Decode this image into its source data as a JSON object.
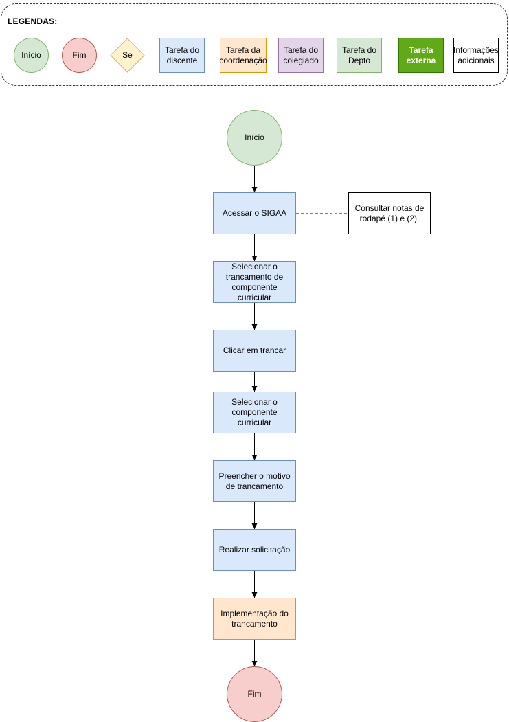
{
  "legend": {
    "title": "LEGENDAS:",
    "inicio": "Início",
    "fim": "Fim",
    "se": "Se",
    "discente": "Tarefa do discente",
    "coordenacao": "Tarefa da coordenação",
    "colegiado": "Tarefa do colegiado",
    "depto": "Tarefa do Depto",
    "externa": "Tarefa externa",
    "info": "Informações adicionais"
  },
  "flow": {
    "start": "Início",
    "step1": "Acessar o SIGAA",
    "note": "Consultar notas de rodapé (1) e (2).",
    "step2": "Selecionar o trancamento de componente curricular",
    "step3": "Clicar em trancar",
    "step4": "Selecionar o componente curricular",
    "step5": "Preencher o motivo de trancamento",
    "step6": "Realizar solicitação",
    "step7": "Implementação do trancamento",
    "end": "Fim"
  },
  "colors": {
    "discente": "#dae8fc",
    "coordenacao": "#ffe6cc",
    "colegiado": "#e1d5e7",
    "depto": "#d5e8d4",
    "externa": "#60a917",
    "inicio": "#d5e8d4",
    "fim": "#f8cecc",
    "se": "#fff2cc"
  }
}
